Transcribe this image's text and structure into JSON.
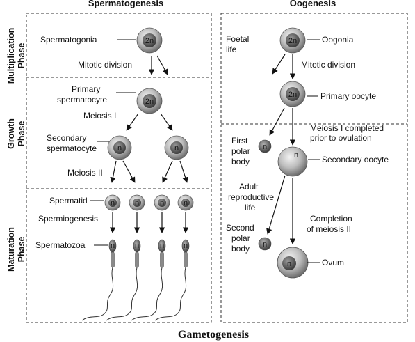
{
  "headers": {
    "left": "Spermatogenesis",
    "right": "Oogenesis"
  },
  "phases": {
    "multiplication": [
      "Multiplication",
      "Phase"
    ],
    "growth": [
      "Growth",
      "Phase"
    ],
    "maturation": [
      "Maturation",
      "Phase"
    ]
  },
  "spermatogenesis": {
    "spermatogonia": "Spermatogonia",
    "mitotic_division": "Mitotic division",
    "primary_spermatocyte": [
      "Primary",
      "spermatocyte"
    ],
    "meiosis_1": "Meiosis I",
    "secondary_spermatocyte": [
      "Secondary",
      "spermatocyte"
    ],
    "meiosis_2": "Meiosis II",
    "spermatid": "Spermatid",
    "spermiogenesis": "Spermiogenesis",
    "spermatozoa": "Spermatozoa"
  },
  "oogenesis": {
    "foetal_life": [
      "Foetal",
      "life"
    ],
    "oogonia": "Oogonia",
    "mitotic_division": "Mitotic division",
    "primary_oocyte": "Primary oocyte",
    "meiosis_1_completed": [
      "Meiosis I completed",
      "prior to ovulation"
    ],
    "first_polar_body": [
      "First",
      "polar",
      "body"
    ],
    "secondary_oocyte": "Secondary oocyte",
    "adult_life": [
      "Adult",
      "reproductive",
      "life"
    ],
    "completion": [
      "Completion",
      "of meiosis II"
    ],
    "second_polar_body": [
      "Second",
      "polar",
      "body"
    ],
    "ovum": "Ovum"
  },
  "ploidy": {
    "diploid": "2n",
    "haploid": "n"
  },
  "footer_title": "Gametogenesis"
}
